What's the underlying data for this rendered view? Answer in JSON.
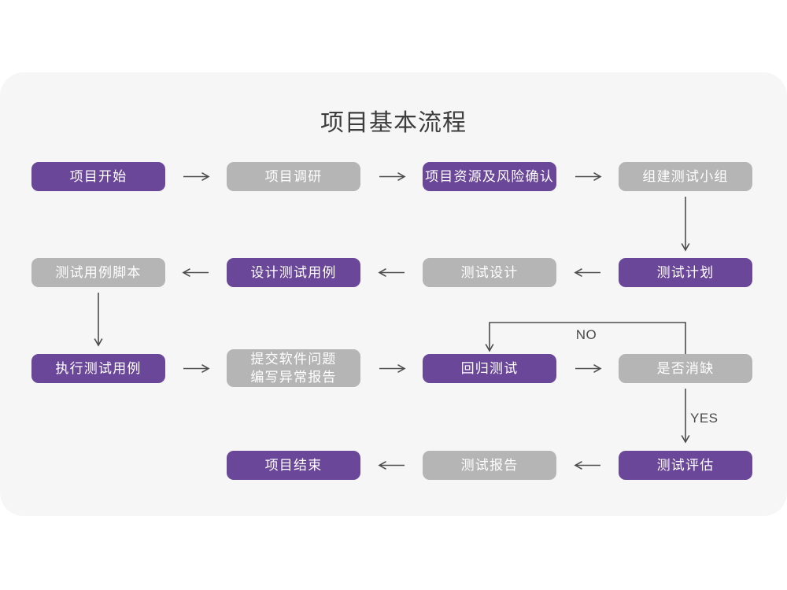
{
  "title": "项目基本流程",
  "colors": {
    "purple": "#6a4798",
    "gray": "#b5b5b5",
    "card_bg": "#f6f6f7",
    "page_bg": "#ffffff",
    "arrow": "#4d4d4d",
    "title_text": "#3d3d3d",
    "node_text": "#ffffff",
    "edge_label_text": "#4a4a4a"
  },
  "nodes": [
    {
      "id": "project-start",
      "label": "项目开始",
      "variant": "purple"
    },
    {
      "id": "project-research",
      "label": "项目调研",
      "variant": "gray"
    },
    {
      "id": "resource-risk",
      "label": "项目资源及风险确认",
      "variant": "purple"
    },
    {
      "id": "build-test-team",
      "label": "组建测试小组",
      "variant": "gray"
    },
    {
      "id": "test-plan",
      "label": "测试计划",
      "variant": "purple"
    },
    {
      "id": "test-design",
      "label": "测试设计",
      "variant": "gray"
    },
    {
      "id": "design-test-cases",
      "label": "设计测试用例",
      "variant": "purple"
    },
    {
      "id": "test-case-scripts",
      "label": "测试用例脚本",
      "variant": "gray"
    },
    {
      "id": "run-test-cases",
      "label": "执行测试用例",
      "variant": "purple"
    },
    {
      "id": "submit-issues-report",
      "label": "提交软件问题\n编写异常报告",
      "variant": "gray"
    },
    {
      "id": "regression-test",
      "label": "回归测试",
      "variant": "purple"
    },
    {
      "id": "defect-cleared",
      "label": "是否消缺",
      "variant": "gray"
    },
    {
      "id": "test-evaluation",
      "label": "测试评估",
      "variant": "purple"
    },
    {
      "id": "test-report",
      "label": "测试报告",
      "variant": "gray"
    },
    {
      "id": "project-end",
      "label": "项目结束",
      "variant": "purple"
    }
  ],
  "edge_labels": {
    "no": "NO",
    "yes": "YES"
  }
}
